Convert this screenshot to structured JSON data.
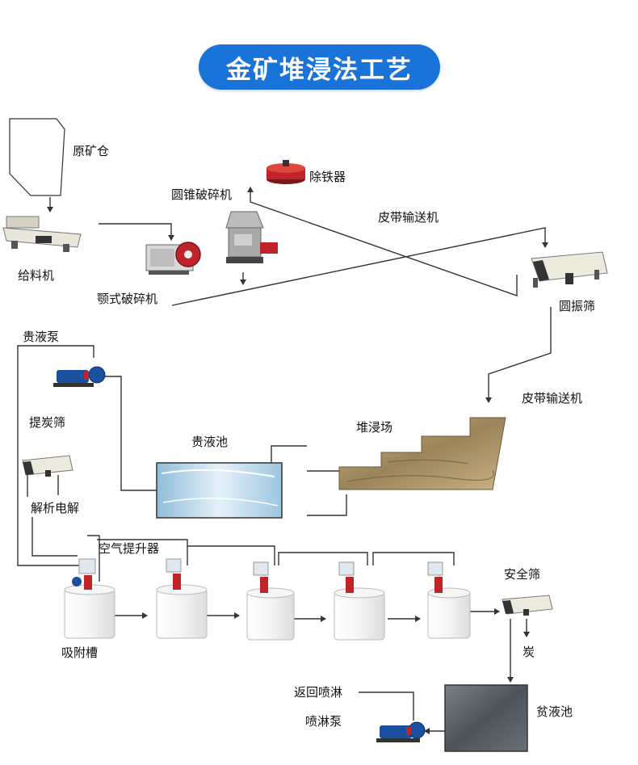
{
  "title": "金矿堆浸法工艺",
  "colors": {
    "title_bg": "#1a73d8",
    "title_text": "#ffffff",
    "line": "#333333",
    "tank": "#f2f2f2",
    "pump_blue": "#1a4fa0",
    "motor_red": "#c0242a",
    "pool_water": "#b9d9ee",
    "leach_sand": "#b8a27a",
    "lean_pool": "#5c6269"
  },
  "labels": {
    "raw_bin": "原矿仓",
    "feeder": "给料机",
    "jaw_crusher": "颚式破碎机",
    "cone_crusher": "圆锥破碎机",
    "iron_remover": "除铁器",
    "belt_conveyor_1": "皮带输送机",
    "circular_screen": "圆振筛",
    "belt_conveyor_2": "皮带输送机",
    "heap_leach_yard": "堆浸场",
    "pregnant_pump": "贵液泵",
    "carbon_screen": "提炭筛",
    "pregnant_pool": "贵液池",
    "desorption": "解析电解",
    "air_lifter": "空气提升器",
    "adsorption_tank": "吸附槽",
    "safety_screen": "安全筛",
    "carbon": "炭",
    "return_spray": "返回喷淋",
    "barren_pool": "贫液池",
    "spray_pump": "喷淋泵"
  }
}
